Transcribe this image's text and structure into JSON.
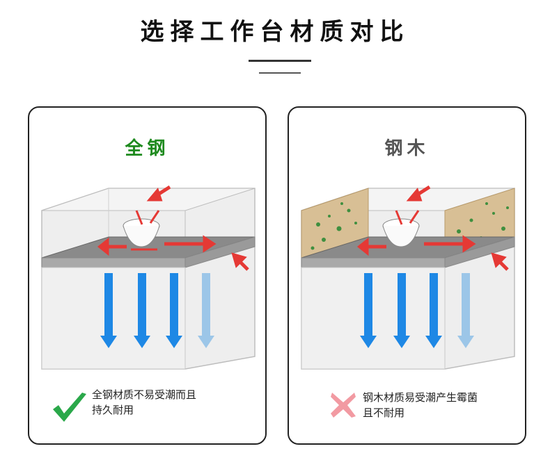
{
  "page": {
    "title": "选择工作台材质对比"
  },
  "cards": [
    {
      "title": "全钢",
      "note_line1": "全钢材质不易受潮而且",
      "note_line2": "持久耐用",
      "mark": "check-icon",
      "mark_color": "#2aa84a"
    },
    {
      "title": "钢木",
      "note_line1": "钢木材质易受潮产生霉菌",
      "note_line2": "且不耐用",
      "mark": "cross-icon",
      "mark_color": "#f29aa2"
    }
  ],
  "colors": {
    "title_green": "#1e8a1e",
    "airflow_blue": "#1e88e5",
    "airflow_red": "#e53935",
    "wood_panel": "#d8bf95",
    "mold_green": "#3f8f3f"
  }
}
